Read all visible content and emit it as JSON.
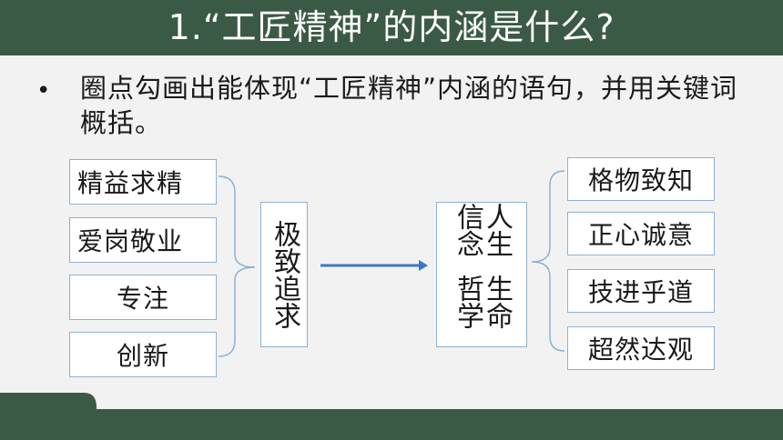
{
  "header": {
    "title": "1.“工匠精神”的内涵是什么?"
  },
  "instruction": {
    "bullet": "•",
    "text": "圈点勾画出能体现“工匠精神”内涵的语句，并用关键词概括。"
  },
  "left_items": [
    "精益求精",
    "爱岗敬业",
    "专注",
    "创新"
  ],
  "center_left": "极致追求",
  "center_right": {
    "col1": "人生信念",
    "col2": "生命哲学"
  },
  "right_items": [
    "格物致知",
    "正心诚意",
    "技进乎道",
    "超然达观"
  ],
  "colors": {
    "header_bg": "#3b5a45",
    "box_border": "#8fb0cf",
    "arrow": "#3b78c4",
    "bracket": "#8fb0cf"
  }
}
